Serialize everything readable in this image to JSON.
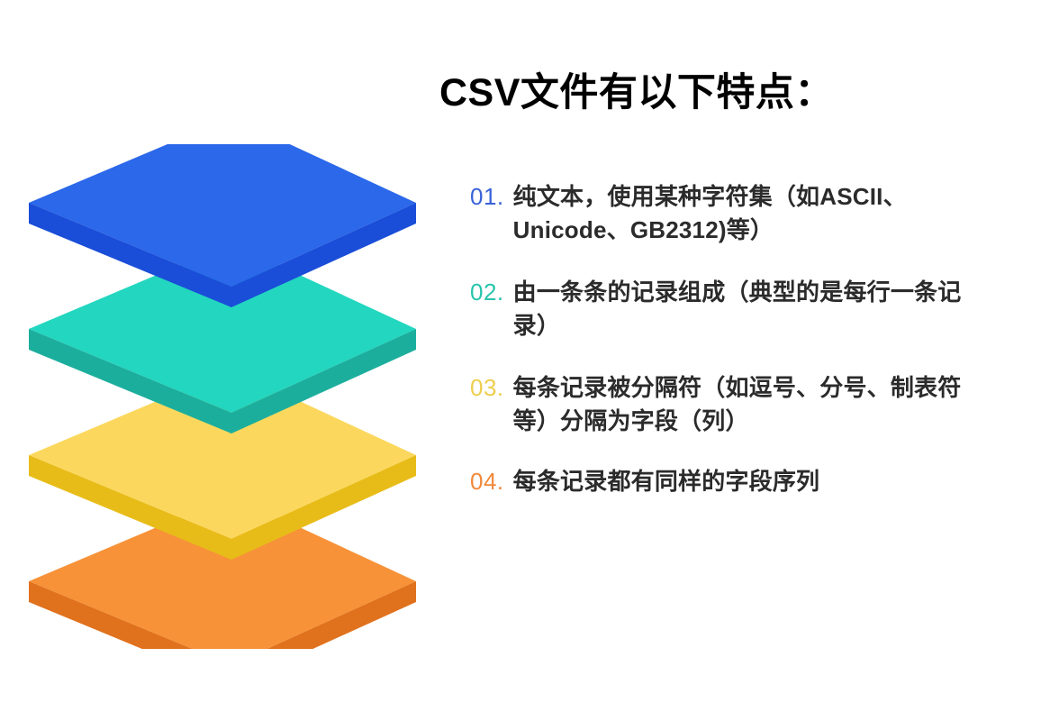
{
  "slide": {
    "background_color": "#ffffff",
    "title": "CSV文件有以下特点："
  },
  "features": [
    {
      "index": "01.",
      "index_color": "#3a62d8",
      "text": "纯文本，使用某种字符集（如ASCII、Unicode、GB2312)等）"
    },
    {
      "index": "02.",
      "index_color": "#29c4ad",
      "text": "由一条条的记录组成（典型的是每行一条记录）"
    },
    {
      "index": "03.",
      "index_color": "#edce4e",
      "text": "每条记录被分隔符（如逗号、分号、制表符等）分隔为字段（列）"
    },
    {
      "index": "04.",
      "index_color": "#f2893b",
      "text": "每条记录都有同样的字段序列"
    }
  ],
  "figure": {
    "name": "isometric-layer-stack",
    "layer_count": 4,
    "layers": [
      {
        "name": "layer-blue",
        "top_color": "#2b68ea",
        "side_color": "#1a4ed8",
        "front_color": "#2458e0"
      },
      {
        "name": "layer-teal",
        "top_color": "#23d6bf",
        "side_color": "#1cae9d",
        "front_color": "#1fc2ad"
      },
      {
        "name": "layer-yellow",
        "top_color": "#fbd85d",
        "side_color": "#e8bc18",
        "front_color": "#f2cb33"
      },
      {
        "name": "layer-orange",
        "top_color": "#f79238",
        "side_color": "#e0711d",
        "front_color": "#ea8028"
      }
    ]
  }
}
